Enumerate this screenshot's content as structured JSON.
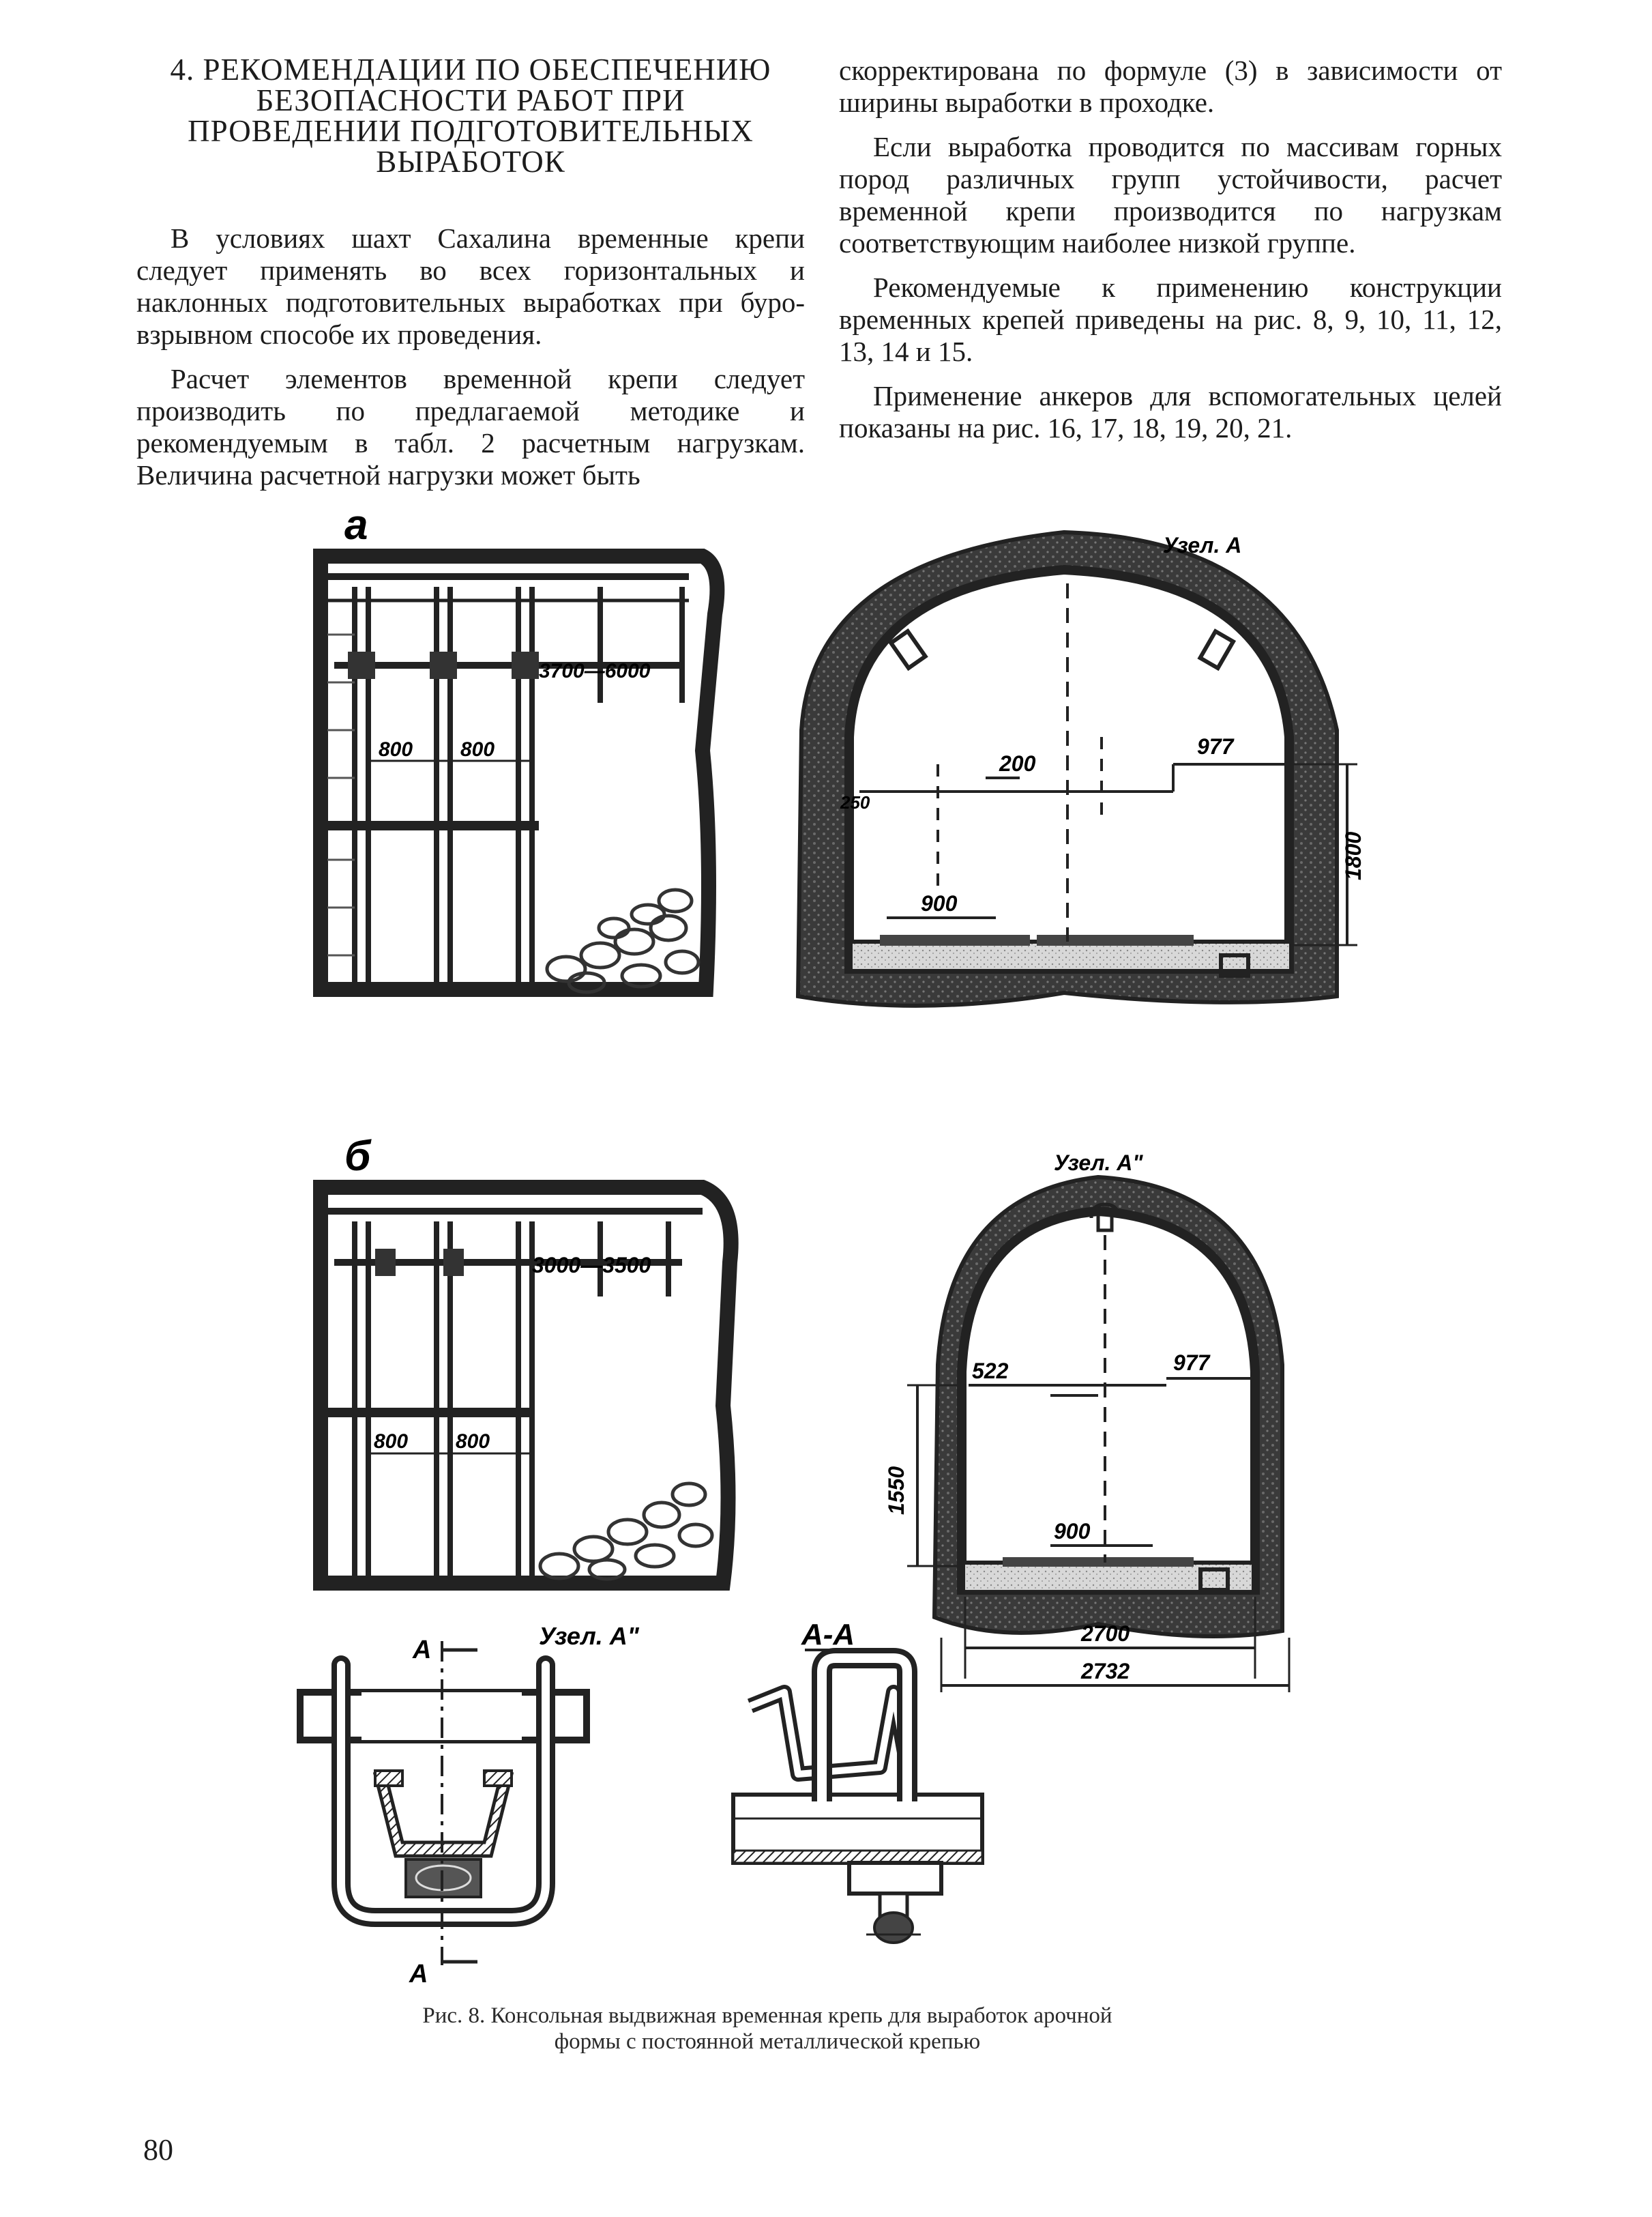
{
  "section": {
    "heading_lines": [
      "4. РЕКОМЕНДАЦИИ ПО ОБЕСПЕЧЕНИЮ",
      "БЕЗОПАСНОСТИ РАБОТ ПРИ",
      "ПРОВЕДЕНИИ ПОДГОТОВИТЕЛЬНЫХ",
      "ВЫРАБОТОК"
    ]
  },
  "left_column": {
    "paragraphs": [
      "В условиях шахт Сахалина временные крепи следует применять во всех горизонтальных и наклонных подготовительных выработках при буро-взрывном способе их проведения.",
      "Расчет элементов временной крепи следует производить по предлагаемой методике и рекомендуемым в табл. 2 расчетным нагрузкам. Величина расчетной нагрузки может быть"
    ]
  },
  "right_column": {
    "paragraphs": [
      "скорректирована по формуле (3) в зависимости от ширины выработки в проходке.",
      "Если выработка проводится по массивам горных пород различных групп устойчивости, расчет временной крепи производится по нагрузкам соответствующим наиболее низкой группе.",
      "Рекомендуемые к применению конструкции временных крепей приведены на рис. 8, 9, 10, 11, 12, 13, 14 и 15.",
      "Применение анкеров для вспомогательных целей показаны на рис. 16, 17, 18, 19, 20, 21."
    ]
  },
  "figure": {
    "panel_a_label": "а",
    "panel_b_label": "б",
    "a_side": {
      "span": "3700—6000",
      "d1": "800",
      "d2": "800"
    },
    "a_section": {
      "node": "Узел. А",
      "d200": "200",
      "d977": "977",
      "d250": "250",
      "d1800": "1800",
      "d900": "900"
    },
    "b_side": {
      "span": "3000—3500",
      "d1": "800",
      "d2": "800"
    },
    "b_section": {
      "node": "Узел. А\"",
      "d522": "522",
      "d977": "977",
      "d1550": "1550",
      "d900": "900",
      "d2700": "2700",
      "d2732": "2732"
    },
    "detail": {
      "node": "Узел. А\"",
      "cut_top": "А",
      "cut_bottom": "А"
    },
    "section_aa": {
      "title": "А-А"
    },
    "caption": "Рис. 8. Консольная выдвижная временная крепь для выработок арочной формы с постоянной металлической крепью"
  },
  "page_number": "80"
}
